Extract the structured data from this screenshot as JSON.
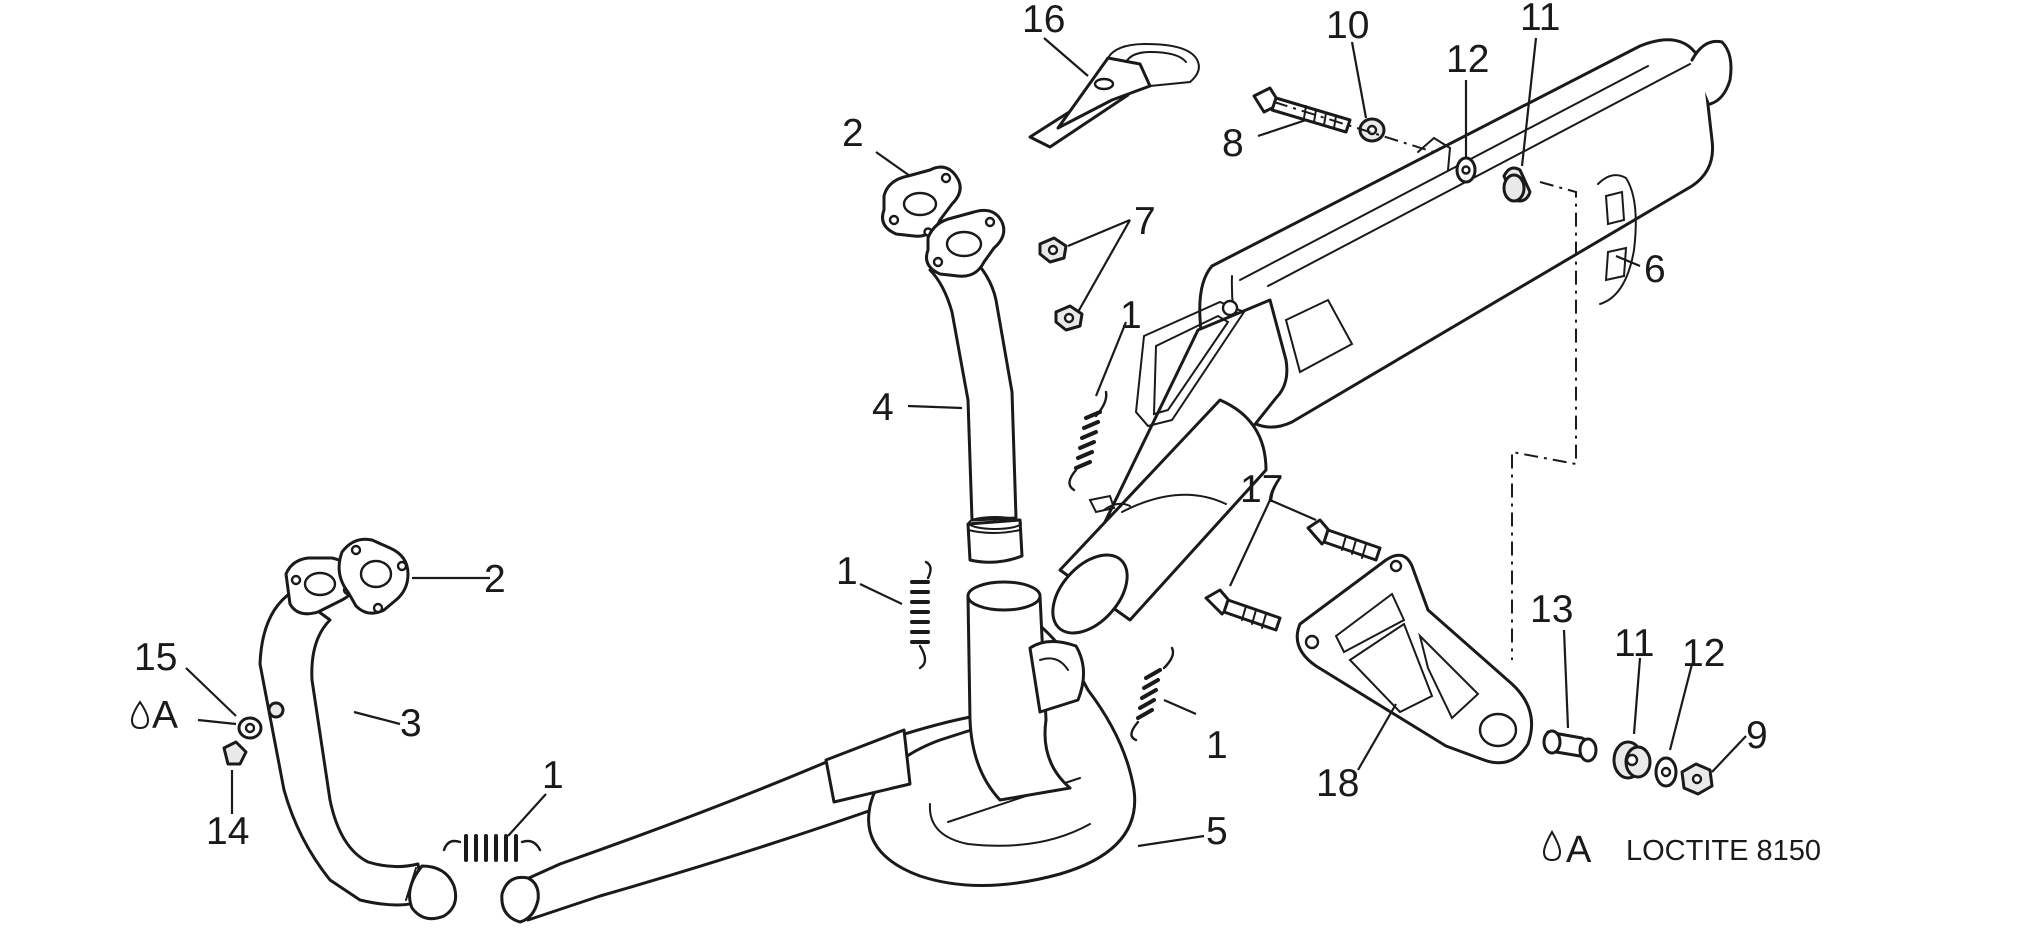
{
  "callouts": {
    "c16": "16",
    "c10": "10",
    "c12_top": "12",
    "c11_top": "11",
    "c8": "8",
    "c2_top": "2",
    "c7": "7",
    "c6": "6",
    "c1_upper": "1",
    "c4": "4",
    "c17": "17",
    "c1_mid": "1",
    "c2_left": "2",
    "c15": "15",
    "c3": "3",
    "c13": "13",
    "c11_bottom": "11",
    "c12_bottom": "12",
    "c9": "9",
    "c1_right": "1",
    "c18": "18",
    "c1_bottom": "1",
    "c14": "14",
    "c5": "5"
  },
  "legend": {
    "marker_symbol": "A",
    "marker_inline": "A",
    "product": "LOCTITE 8150"
  },
  "icons": {
    "drop": "drop-icon"
  }
}
